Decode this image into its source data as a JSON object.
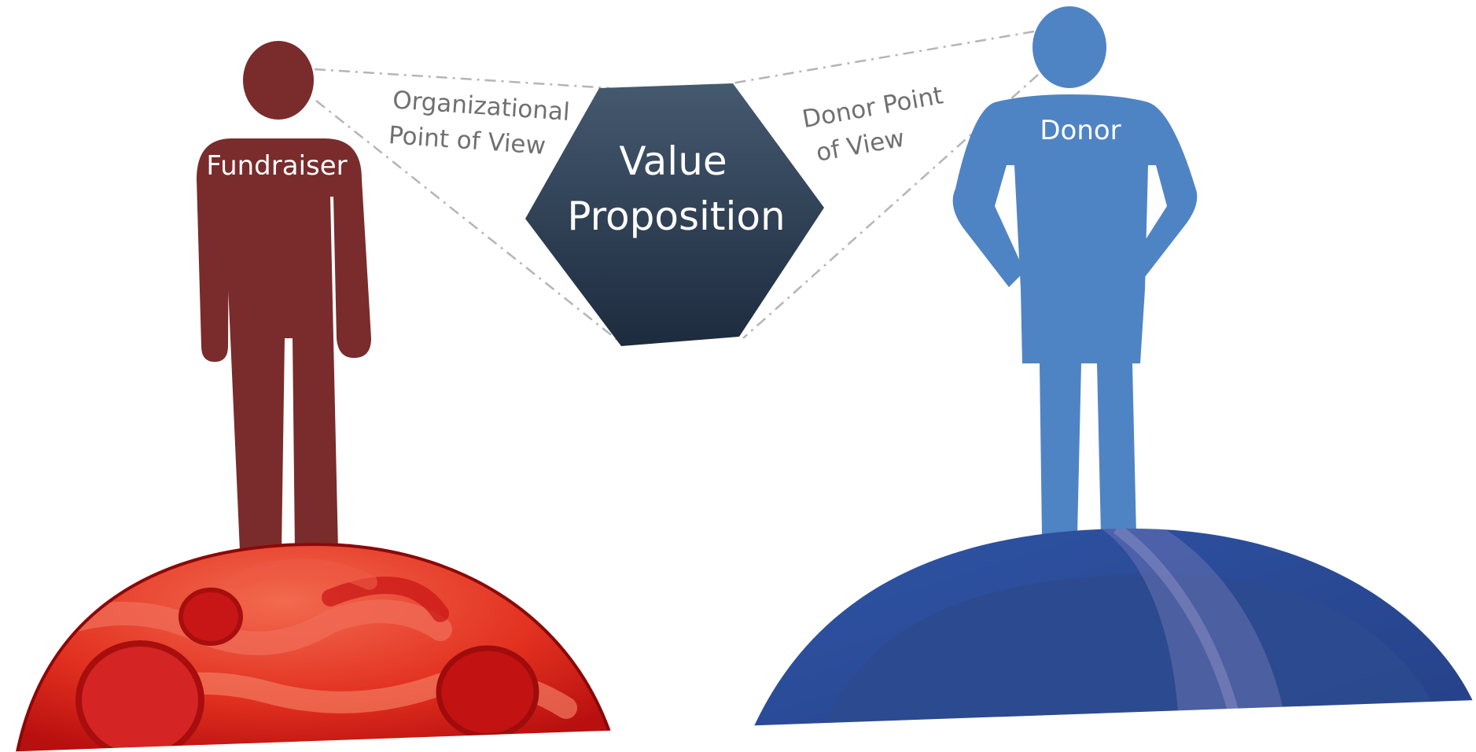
{
  "diagram": {
    "center": {
      "line1": "Value",
      "line2": "Proposition"
    },
    "left_person": {
      "label": "Fundraiser",
      "perspective_line1": "Organizational",
      "perspective_line2": "Point of View"
    },
    "right_person": {
      "label": "Donor",
      "perspective_line1": "Donor Point",
      "perspective_line2": "of View"
    }
  },
  "colors": {
    "fundraiser": "#7a2b2b",
    "donor": "#4f84c4",
    "hexagon_top": "#44586f",
    "hexagon_bottom": "#1e2d40",
    "red_planet": "#e02020",
    "blue_planet": "#2b4c98",
    "dashed_line": "#b5b5b5"
  }
}
